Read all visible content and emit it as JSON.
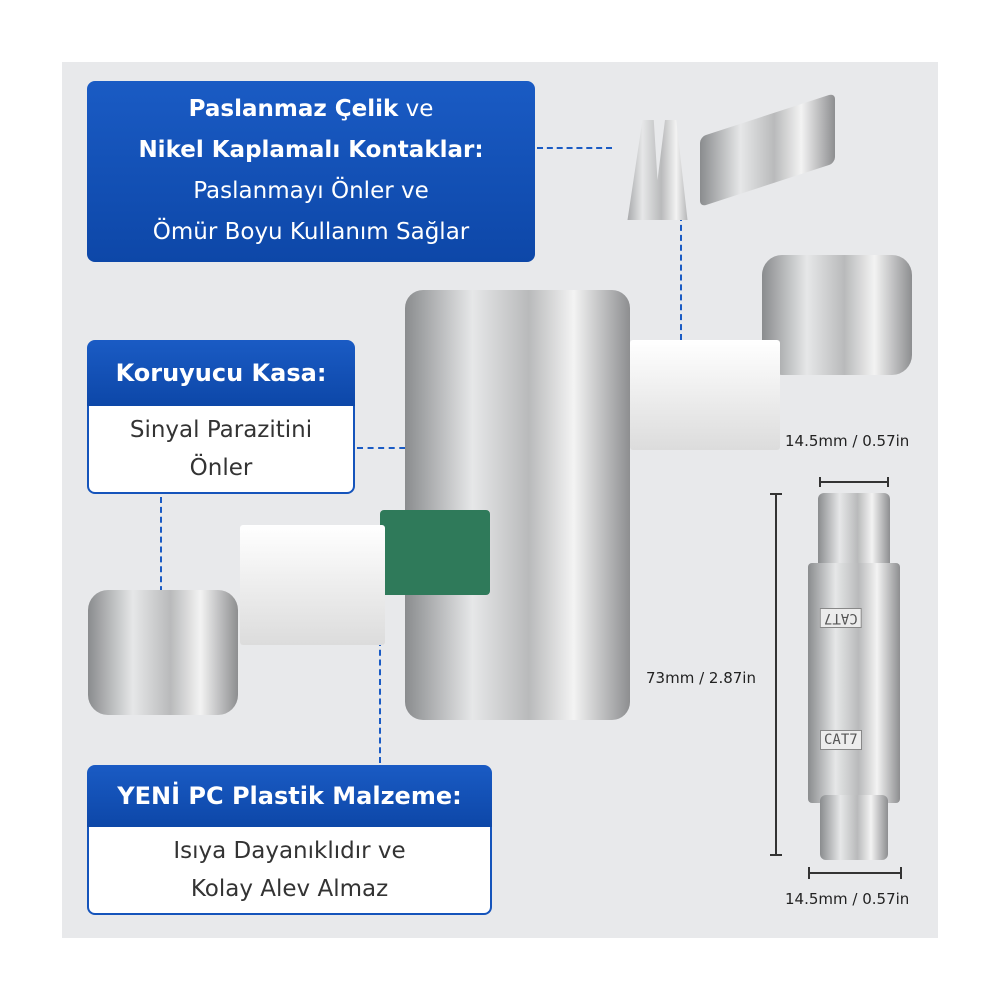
{
  "callouts": {
    "contacts": {
      "title_bold_1": "Paslanmaz Çelik",
      "title_normal_1": "ve",
      "title_bold_2": "Nikel Kaplamalı Kontaklar:",
      "line_3": "Paslanmayı Önler ve",
      "line_4": "Ömür Boyu Kullanım Sağlar"
    },
    "housing": {
      "title": "Koruyucu Kasa:",
      "line_1": "Sinyal Parazitini",
      "line_2": "Önler"
    },
    "plastic": {
      "title": "YENİ PC Plastik Malzeme:",
      "line_1": "Isıya Dayanıklıdır ve",
      "line_2": "Kolay Alev Almaz"
    }
  },
  "dimensions": {
    "top_width": "14.5mm / 0.57in",
    "length": "73mm / 2.87in",
    "bottom_width": "14.5mm / 0.57in"
  },
  "product_labels": {
    "top_label": "CAT7",
    "bottom_label": "CAT7"
  },
  "colors": {
    "accent": "#1a5bc4",
    "background": "#e8e9eb"
  }
}
